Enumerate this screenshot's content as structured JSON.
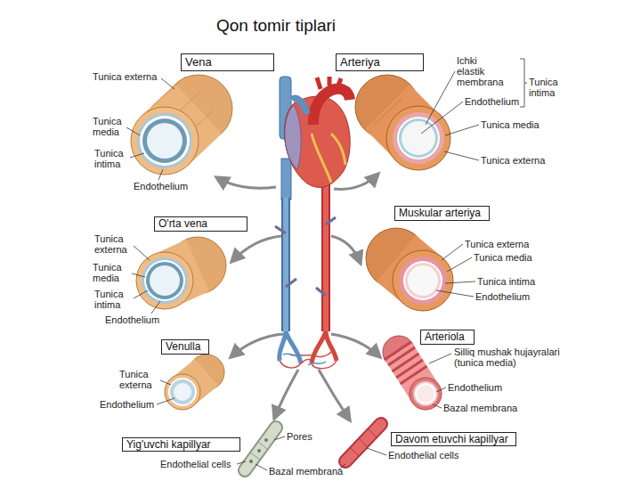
{
  "diagram": {
    "title": "Qon tomir tiplari",
    "nodes": [
      {
        "text": [
          "Vena"
        ]
      },
      {
        "text": [
          "Arteriya"
        ]
      },
      {
        "text": [
          "O'rta vena"
        ]
      },
      {
        "text": [
          "Muskular arteriya"
        ]
      },
      {
        "text": [
          "Venulla"
        ]
      },
      {
        "text": [
          "Arteriola"
        ]
      },
      {
        "text": [
          "Yig'uvchi kapillyar"
        ]
      },
      {
        "text": [
          "Davom etuvchi kapillyar"
        ]
      }
    ],
    "labels": [
      "Tunica externa",
      "Tunica media",
      "Tunica intima",
      "Endothelium",
      "Ichki elastik membrana",
      "Endothelium",
      "Tunica intima",
      "Tunica media",
      "Tunica externa",
      "Tunica externa",
      "Tunica media",
      "Tunica intima",
      "Endothelium",
      "Tunica externa",
      "Tunica media",
      "Tunica intima",
      "Endothelium",
      "Tunica externa",
      "Endothelium",
      "Silliq mushak hujayralari (tunica media)",
      "Endothelium",
      "Bazal membrana",
      "Pores",
      "Endothelial cells",
      "Bazal membrana",
      "Endothelial cells"
    ]
  }
}
